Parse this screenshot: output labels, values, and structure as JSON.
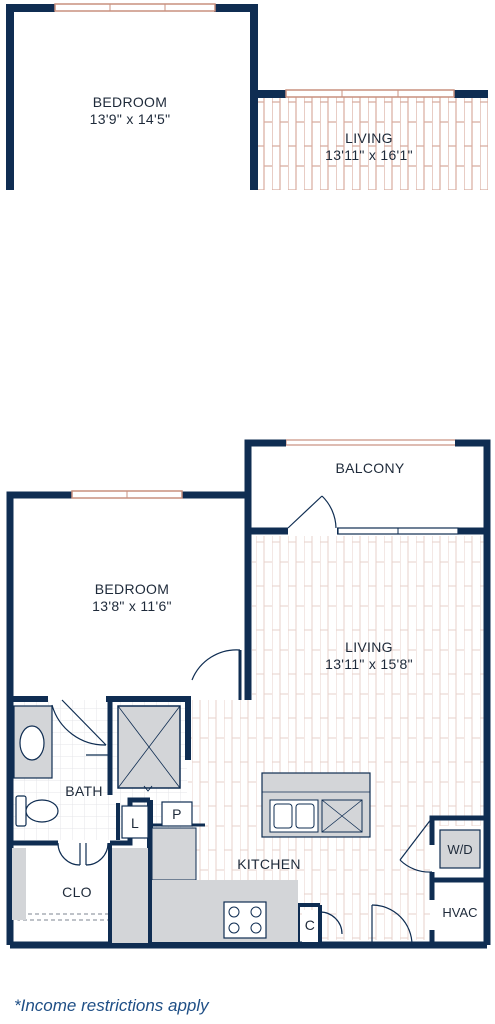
{
  "top_plan": {
    "bedroom": {
      "name": "BEDROOM",
      "size": "13'9\" x 14'5\""
    },
    "living": {
      "name": "LIVING",
      "size": "13'11\" x 16'1\""
    }
  },
  "main_plan": {
    "bedroom": {
      "name": "BEDROOM",
      "size": "13'8\" x 11'6\""
    },
    "living": {
      "name": "LIVING",
      "size": "13'11\" x 15'8\""
    },
    "balcony": "BALCONY",
    "bath": "BATH",
    "closet": "CLO",
    "kitchen": "KITCHEN",
    "linen": "L",
    "pantry": "P",
    "coat": "C",
    "washer_dryer": "W/D",
    "hvac": "HVAC"
  },
  "footnote": "*Income restrictions apply",
  "colors": {
    "wall": "#0f2d52",
    "window": "#c9907f",
    "floor_lines": "#d9b8ae",
    "fixture": "#d3d5d8",
    "note": "#1f4f86"
  }
}
